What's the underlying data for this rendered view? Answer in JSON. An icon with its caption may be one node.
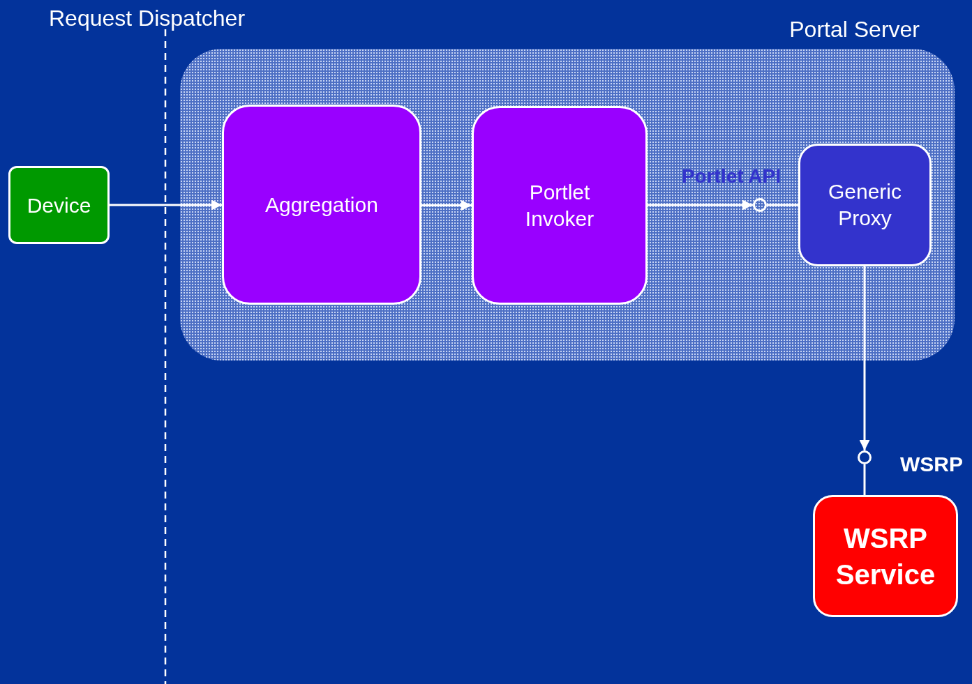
{
  "diagram": {
    "nodes": [
      {
        "text": [
          "Portal Server"
        ]
      },
      {
        "text": [
          "Device"
        ]
      },
      {
        "text": [
          "Aggregation"
        ],
        "in": 0
      },
      {
        "text": [
          "Portlet Invoker"
        ],
        "in": 0
      },
      {
        "text": [
          "Generic Proxy"
        ],
        "in": 0
      },
      {
        "text": [
          "WSRP Service"
        ]
      },
      {
        "text": [],
        "shape": "circle",
        "in": 0
      },
      {
        "text": [],
        "shape": "circle",
        "beside": [
          "WSRP"
        ]
      }
    ],
    "edges": [
      {
        "from": 1,
        "to": 2,
        "arrow": "to"
      },
      {
        "from": 2,
        "to": 3,
        "arrow": "to"
      },
      {
        "from": 3,
        "to": 6,
        "arrow": "to",
        "label": "Portlet API"
      },
      {
        "from": 6,
        "to": 4,
        "arrow": "none"
      },
      {
        "from": 4,
        "to": 7,
        "arrow": "to"
      },
      {
        "from": 7,
        "to": 5,
        "arrow": "none"
      }
    ],
    "labels": [
      "Request Dispatcher"
    ]
  }
}
